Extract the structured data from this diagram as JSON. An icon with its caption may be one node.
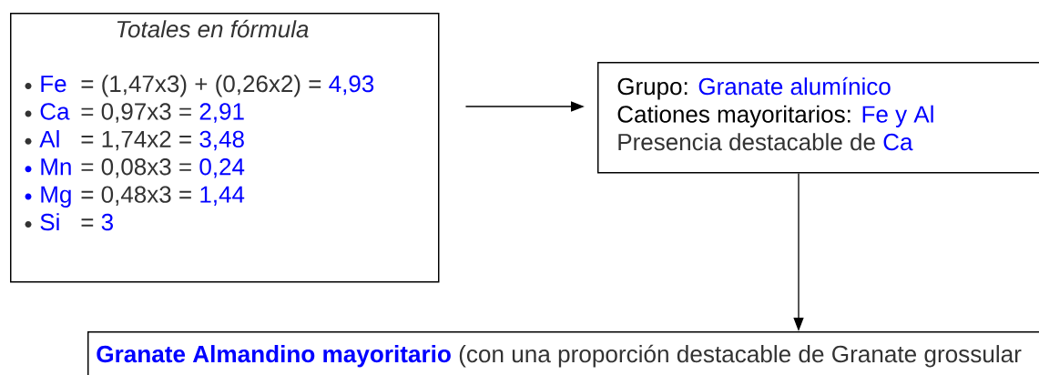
{
  "diagram": {
    "nodes": [
      {
        "text": [
          "Totales en fórmula",
          "Fe",
          "= (1,47x3) + (0,26x2) =",
          "4,93",
          "Ca",
          "= 0,97x3 =",
          "2,91",
          "Al",
          "= 1,74x2 =",
          "3,48",
          "Mn",
          "= 0,08x3 =",
          "0,24",
          "Mg",
          "= 0,48x3 =",
          "1,44",
          "Si",
          "=",
          "3"
        ]
      },
      {
        "text": [
          "Grupo:",
          "Granate alumínico",
          "Cationes mayoritarios:",
          "Fe y Al",
          "Presencia destacable de",
          "Ca"
        ]
      },
      {
        "text": [
          "Granate Almandino mayoritario",
          "(con una proporción destacable de Granate grossular"
        ]
      }
    ],
    "edges": [
      {
        "from": 0,
        "to": 1,
        "arrow": "to"
      },
      {
        "from": 1,
        "to": 2,
        "arrow": "to"
      }
    ]
  }
}
